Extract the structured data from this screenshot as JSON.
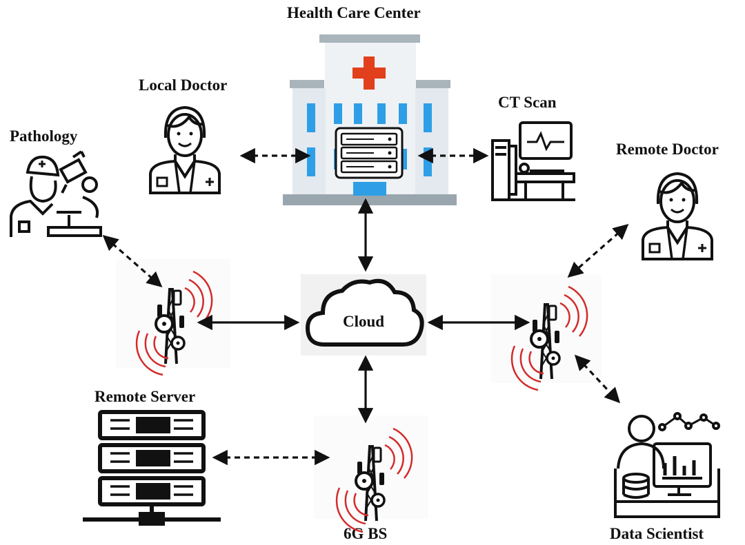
{
  "labels": {
    "health_care_center": "Health Care Center",
    "local_doctor": "Local Doctor",
    "ct_scan": "CT Scan",
    "pathology": "Pathology",
    "remote_doctor": "Remote Doctor",
    "cloud": "Cloud",
    "remote_server": "Remote Server",
    "bs_6g": "6G BS",
    "data_scientist": "Data Scientist"
  },
  "colors": {
    "cross": "#e2401c",
    "window": "#2e9fe6",
    "building": "#e9eef2",
    "roof": "#9aa6ae",
    "signal": "#d42a2a",
    "line": "#111111"
  }
}
